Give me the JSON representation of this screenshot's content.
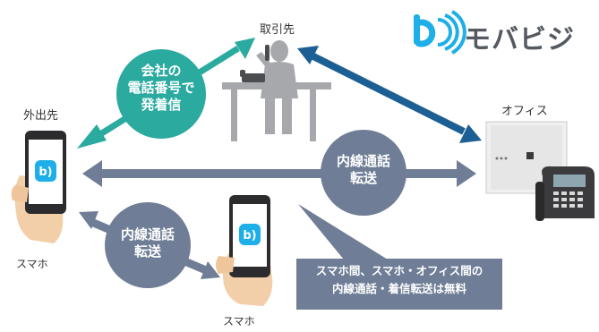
{
  "brand": {
    "logo_glyph": "b)))",
    "name": "モバビジ",
    "color": "#1eaee8"
  },
  "nodes": {
    "client": "取引先",
    "outside": "外出先",
    "office": "オフィス",
    "phone_left": "スマホ",
    "phone_bottom": "スマホ"
  },
  "bubbles": {
    "company_number": {
      "lines": [
        "会社の",
        "電話番号で",
        "発着信"
      ],
      "color": "#2baaa0"
    },
    "extension_center": {
      "lines": [
        "内線通話",
        "転送"
      ],
      "color": "#6f7e96"
    },
    "extension_left": {
      "lines": [
        "内線通話",
        "転送"
      ],
      "color": "#6f7e96"
    }
  },
  "note": {
    "lines": [
      "スマホ間、スマホ・オフィス間の",
      "内線通話・着信転送は無料"
    ]
  },
  "colors": {
    "teal": "#2baaa0",
    "navy": "#1c5f94",
    "gray_blue": "#6f7e96",
    "person_gray": "#a6a8ab"
  }
}
